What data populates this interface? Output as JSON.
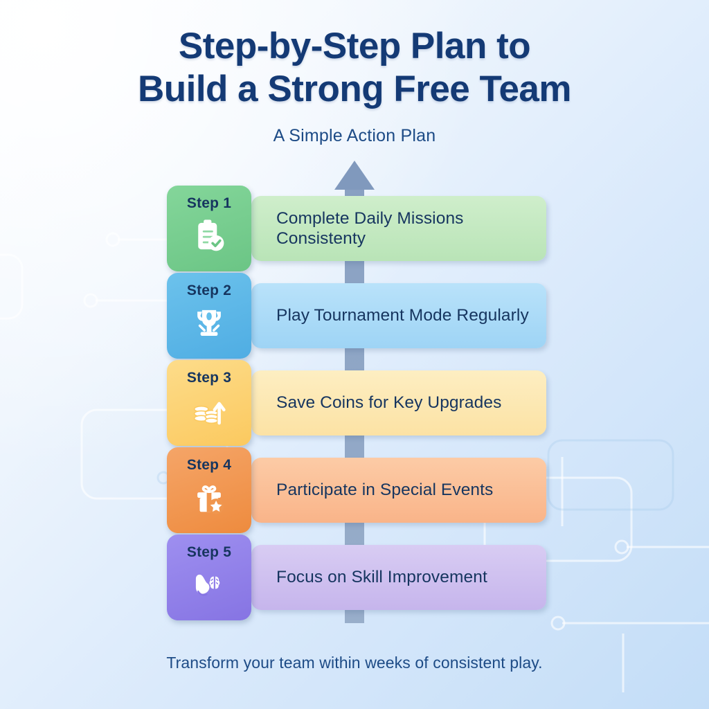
{
  "header": {
    "title_line_1": "Step-by-Step Plan to",
    "title_line_2": "Build a Strong Free Team",
    "subtitle": "A Simple Action Plan",
    "title_color": "#143a75"
  },
  "flow": {
    "direction_arrow": "up-arrow-icon",
    "connector_color": "#8099bd"
  },
  "steps": [
    {
      "number_label": "Step 1",
      "text": "Complete Daily Missions Consistenty",
      "icon": "clipboard-check-icon",
      "badge_color": "#77ce90",
      "body_color": "#c6ebc1"
    },
    {
      "number_label": "Step 2",
      "text": "Play Tournament Mode Regularly",
      "icon": "trophy-icon",
      "badge_color": "#5fb8e8",
      "body_color": "#aeddf8"
    },
    {
      "number_label": "Step 3",
      "text": "Save Coins for Key Upgrades",
      "icon": "coins-arrow-up-icon",
      "badge_color": "#fcd272",
      "body_color": "#fde9b6"
    },
    {
      "number_label": "Step 4",
      "text": "Participate in Special Events",
      "icon": "gift-star-icon",
      "badge_color": "#f0964e",
      "body_color": "#fbc096"
    },
    {
      "number_label": "Step 5",
      "text": "Focus on Skill Improvement",
      "icon": "muscle-brain-icon",
      "badge_color": "#9180e8",
      "body_color": "#cfc2ef"
    }
  ],
  "footer": {
    "text": "Transform your team within weeks of consistent play."
  }
}
